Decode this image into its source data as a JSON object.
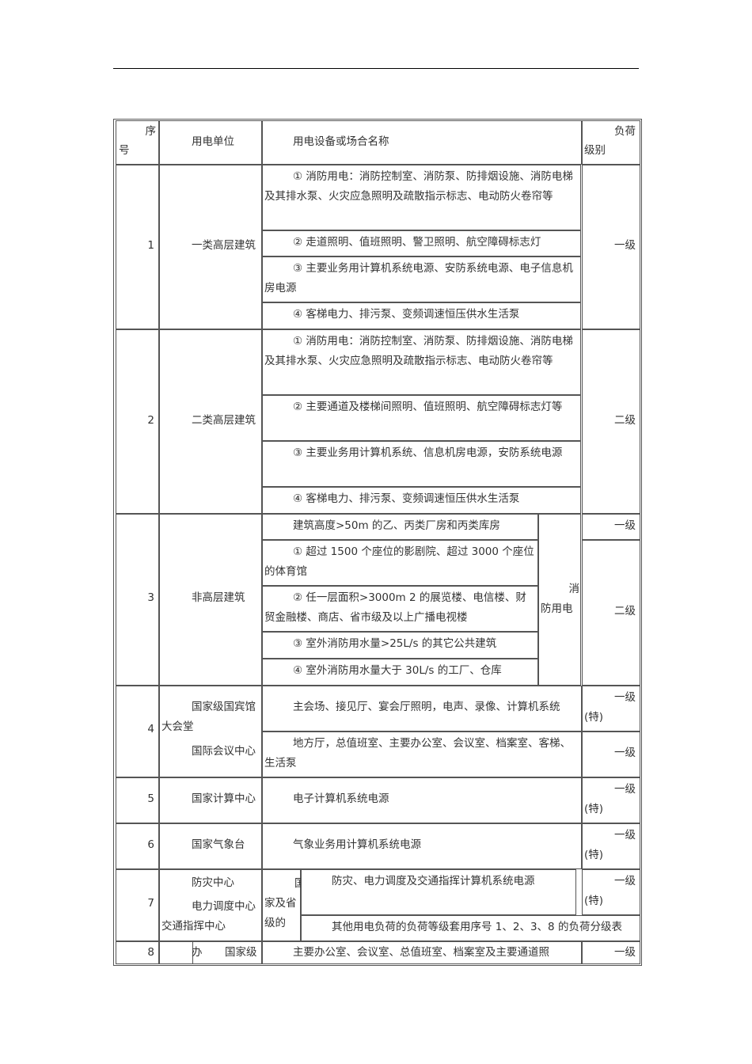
{
  "header": {
    "seq_top": "序",
    "seq_bottom": "号",
    "unit": "用电单位",
    "equipment": "用电设备或场合名称",
    "level_top": "负荷",
    "level_bottom": "级别"
  },
  "row1": {
    "seq": "1",
    "unit": "一类高层建筑",
    "items": [
      "① 消防用电：消防控制室、消防泵、防排烟设施、消防电梯及其排水泵、火灾应急照明及疏散指示标志、电动防火卷帘等",
      "② 走道照明、值班照明、警卫照明、航空障碍标志灯",
      "③ 主要业务用计算机系统电源、安防系统电源、电子信息机房电源",
      "④ 客梯电力、排污泵、变频调速恒压供水生活泵"
    ],
    "level": "一级"
  },
  "row2": {
    "seq": "2",
    "unit": "二类高层建筑",
    "items": [
      "① 消防用电：消防控制室、消防泵、防排烟设施、消防电梯及其排水泵、火灾应急照明及疏散指示标志、电动防火卷帘等",
      "② 主要通道及楼梯间照明、值班照明、航空障碍标志灯等",
      "③ 主要业务用计算机系统、信息机房电源，安防系统电源",
      "④ 客梯电力、排污泵、变频调速恒压供水生活泵"
    ],
    "level": "二级"
  },
  "row3": {
    "seq": "3",
    "unit": "非高层建筑",
    "items": [
      "建筑高度>50m 的乙、丙类厂房和丙类库房",
      "① 超过 1500 个座位的影剧院、超过 3000 个座位的体育馆",
      "② 任一层面积>3000m 2 的展览楼、电信楼、财贸金融楼、商店、省市级及以上广播电视楼",
      "③ 室外消防用水量>25L/s 的其它公共建筑",
      "④ 室外消防用水量大于 30L/s 的工厂、仓库"
    ],
    "side_top": "消",
    "side_bottom": "防用电",
    "level_a": "一级",
    "level_b": "二级"
  },
  "row4": {
    "seq": "4",
    "unit_a1": "国家级国宾馆",
    "unit_a2": "大会堂",
    "unit_b": "国际会议中心",
    "item_a": "主会场、接见厅、宴会厅照明，电声、录像、计算机系统",
    "item_b": "地方厅，总值班室、主要办公室、会议室、档案室、客梯、生活泵",
    "level_a1": "一级",
    "level_a2": "(特)",
    "level_b": "一级"
  },
  "row5": {
    "seq": "5",
    "unit": "国家计算中心",
    "item": "电子计算机系统电源",
    "level_1": "一级",
    "level_2": "(特)"
  },
  "row6": {
    "seq": "6",
    "unit": "国家气象台",
    "item": "气象业务用计算机系统电源",
    "level_1": "一级",
    "level_2": "(特)"
  },
  "row7": {
    "seq": "7",
    "unit_1": "防灾中心",
    "unit_2": "电力调度中心",
    "unit_3": "交通指挥中心",
    "sub_1": "国",
    "sub_2": "家及省",
    "sub_3": "级的",
    "item_a": "防灾、电力调度及交通指挥计算机系统电源",
    "item_b": "其他用电负荷的负荷等级套用序号 1、2、3、8 的负荷分级表",
    "level_1": "一级",
    "level_2": "(特)"
  },
  "row8": {
    "seq": "8",
    "unit_a": "办",
    "unit_b": "国家级",
    "item": "主要办公室、会议室、总值班室、档案室及主要通道照",
    "level": "一级"
  }
}
